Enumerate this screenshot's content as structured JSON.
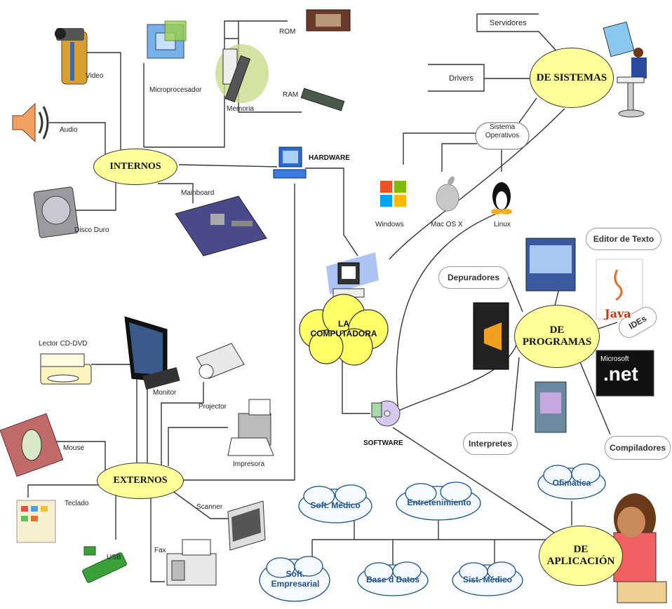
{
  "hardware": {
    "title": "HARDWARE",
    "internos": {
      "label": "INTERNOS",
      "items": [
        "Video",
        "Microprocesador",
        "ROM",
        "RAM",
        "Memoria",
        "Audio",
        "Mainboard",
        "Disco Duro"
      ]
    },
    "externos": {
      "label": "EXTERNOS",
      "items": [
        "Lector CD-DVD",
        "Monitor",
        "Projector",
        "Impresora",
        "Mouse",
        "Teclado",
        "USB",
        "Fax",
        "Scanner"
      ]
    }
  },
  "center": {
    "line1": "LA",
    "line2": "COMPUTADORA"
  },
  "software": {
    "title": "SOFTWARE",
    "sistemas": {
      "label": "DE SISTEMAS",
      "items": [
        "Servidores",
        "Drivers"
      ],
      "so": {
        "line1": "Sistema",
        "line2": "Operativos",
        "items": [
          "Windows",
          "Mac OS X",
          "Linux"
        ]
      }
    },
    "programas": {
      "line1": "DE",
      "line2": "PROGRAMAS",
      "items": [
        "Editor de Texto",
        "Depuradores",
        "IDEs",
        "Interpretes",
        "Compiladores"
      ],
      "logo_text": "Microsoft",
      "net_text": ".net",
      "java_text": "Java"
    },
    "aplicacion": {
      "line1": "DE",
      "line2": "APLICACIÓN",
      "items": [
        "Ofimática",
        "Soft. Médico",
        "Entretenimiento",
        "Soft. Empresarial",
        "Base d Datos",
        "Sist. Médico"
      ]
    }
  },
  "colors": {
    "oval_fill": "#ffff99",
    "cloud_fill": "#ffff66",
    "cloud_text": "#1a4f8a",
    "line": "#333333"
  }
}
